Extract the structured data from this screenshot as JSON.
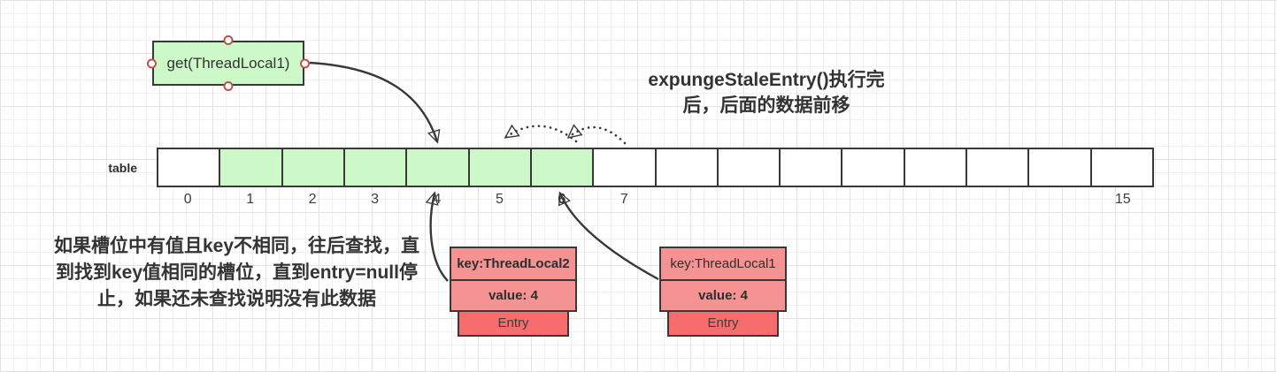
{
  "title": {
    "line1": "expungeStaleEntry()执行完",
    "line2": "后，后面的数据前移"
  },
  "get_box": {
    "label": "get(ThreadLocal1)"
  },
  "array": {
    "label": "table",
    "slots": [
      {
        "index": "0",
        "filled": false,
        "bold": false
      },
      {
        "index": "1",
        "filled": true,
        "bold": false
      },
      {
        "index": "2",
        "filled": true,
        "bold": false
      },
      {
        "index": "3",
        "filled": true,
        "bold": false
      },
      {
        "index": "4",
        "filled": true,
        "bold": false
      },
      {
        "index": "5",
        "filled": true,
        "bold": false
      },
      {
        "index": "6",
        "filled": true,
        "bold": true
      },
      {
        "index": "7",
        "filled": false,
        "bold": false
      },
      {
        "index": "",
        "filled": false,
        "bold": false
      },
      {
        "index": "",
        "filled": false,
        "bold": false
      },
      {
        "index": "",
        "filled": false,
        "bold": false
      },
      {
        "index": "",
        "filled": false,
        "bold": false
      },
      {
        "index": "",
        "filled": false,
        "bold": false
      },
      {
        "index": "",
        "filled": false,
        "bold": false
      },
      {
        "index": "",
        "filled": false,
        "bold": false
      },
      {
        "index": "15",
        "filled": false,
        "bold": false
      }
    ]
  },
  "note": {
    "line1": "如果槽位中有值且key不相同，往后查找，直",
    "line2": "到找到key值相同的槽位，直到entry=null停",
    "line3": "止，如果还未查找说明没有此数据"
  },
  "entries": [
    {
      "key": "key:ThreadLocal2",
      "value": "value: 4",
      "label": "Entry",
      "key_bold": true
    },
    {
      "key": "key:ThreadLocal1",
      "value": "value: 4",
      "label": "Entry",
      "key_bold": false
    }
  ],
  "colors": {
    "slot_green": "#ccf9c7",
    "entry_pink": "#f59292",
    "entry_red": "#f76d6d",
    "line": "#383838",
    "connection_ring": "#b85450"
  }
}
